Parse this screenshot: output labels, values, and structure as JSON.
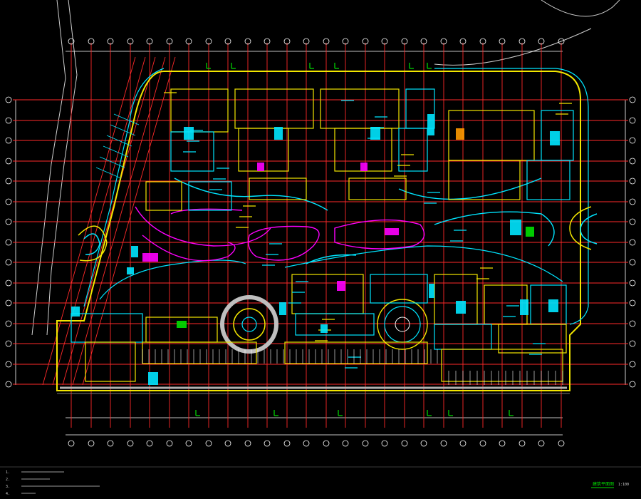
{
  "drawing": {
    "background": "#000000",
    "palette": {
      "grid_red": "#ff2a2a",
      "wall_yellow": "#f2e600",
      "cyan": "#00e5ff",
      "green": "#00e000",
      "magenta": "#ff00ff",
      "blue": "#3060ff",
      "white": "#ffffff",
      "orange": "#ff9a00"
    },
    "notes": [
      "1.",
      "2.",
      "3.",
      "4."
    ],
    "title_block": {
      "label": "建筑平面图",
      "scale": "1:100"
    }
  }
}
